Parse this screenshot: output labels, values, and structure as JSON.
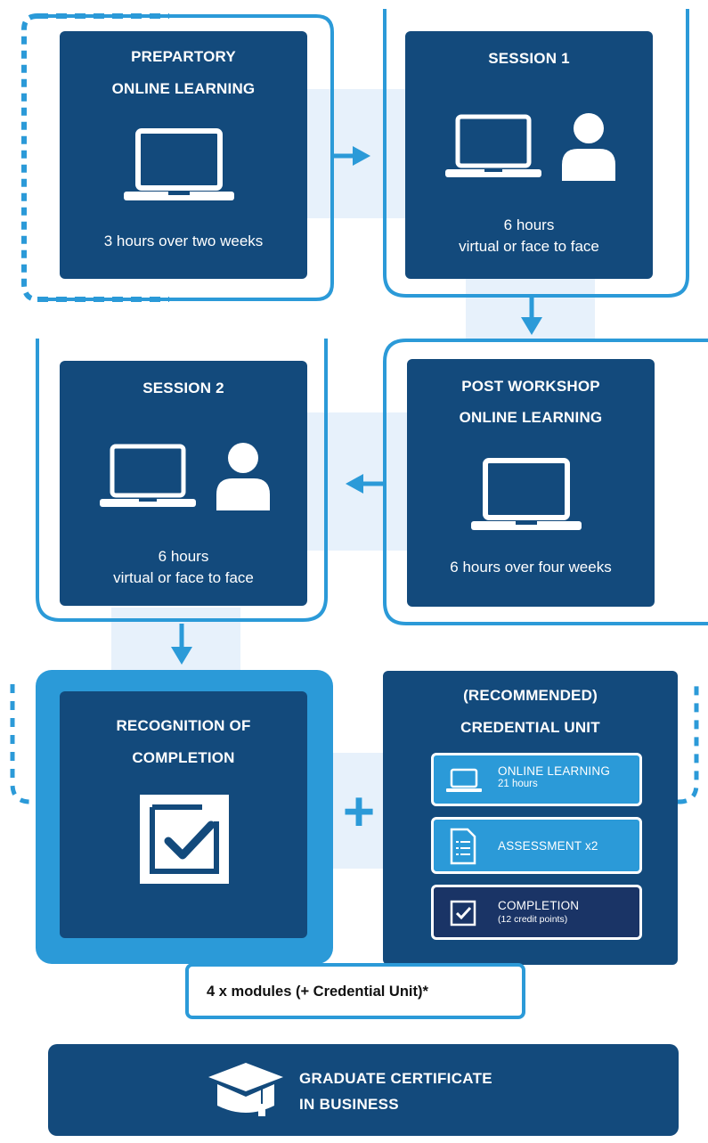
{
  "colors": {
    "navy": "#134a7c",
    "light_blue": "#2b9ad8",
    "band": "#e7f1fb",
    "dark_navy": "#1a3466"
  },
  "steps": {
    "prepartory": {
      "title_line1": "PREPARTORY",
      "title_line2": "ONLINE LEARNING",
      "caption": "3 hours over two weeks",
      "icon": "laptop-icon"
    },
    "session1": {
      "title": "SESSION 1",
      "caption_line1": "6 hours",
      "caption_line2": "virtual or face to face",
      "icons": [
        "laptop-icon",
        "person-icon"
      ]
    },
    "session2": {
      "title": "SESSION 2",
      "caption_line1": "6 hours",
      "caption_line2": "virtual or face to face",
      "icons": [
        "laptop-icon",
        "person-icon"
      ]
    },
    "post_workshop": {
      "title_line1": "POST WORKSHOP",
      "title_line2": "ONLINE LEARNING",
      "caption": "6 hours over four weeks",
      "icon": "laptop-icon"
    },
    "recognition": {
      "title_line1": "RECOGNITION OF",
      "title_line2": "COMPLETION",
      "icon": "checkbox-icon"
    }
  },
  "credential_unit": {
    "title_line1": "(RECOMMENDED)",
    "title_line2": "CREDENTIAL UNIT",
    "items": [
      {
        "label": "ONLINE LEARNING",
        "sub": "21 hours",
        "icon": "laptop-icon"
      },
      {
        "label": "ASSESSMENT x2",
        "sub": "",
        "icon": "document-list-icon"
      },
      {
        "label": "COMPLETION",
        "sub": "(12 credit points)",
        "icon": "checkbox-icon"
      }
    ]
  },
  "plus_symbol": "+",
  "modules_label": "4 x modules (+ Credential Unit)*",
  "certificate": {
    "line1": "GRADUATE CERTIFICATE",
    "line2": "IN BUSINESS",
    "icon": "graduation-cap-icon"
  }
}
